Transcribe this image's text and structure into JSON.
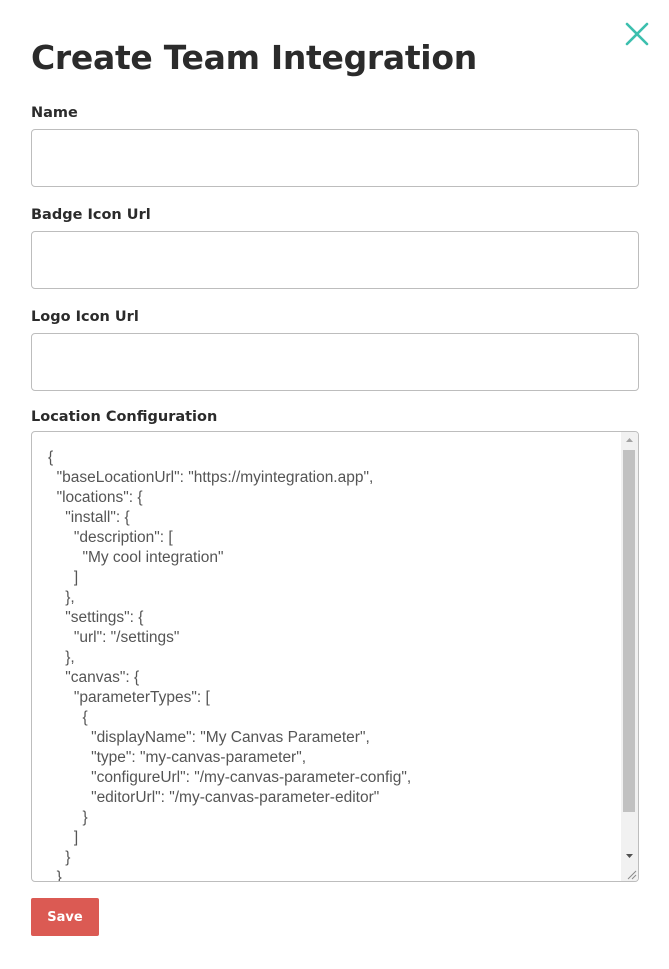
{
  "dialog": {
    "title": "Create Team Integration",
    "close_icon": "close-icon"
  },
  "fields": {
    "name": {
      "label": "Name",
      "value": ""
    },
    "badge_icon_url": {
      "label": "Badge Icon Url",
      "value": ""
    },
    "logo_icon_url": {
      "label": "Logo Icon Url",
      "value": ""
    },
    "location_configuration": {
      "label": "Location Configuration",
      "value": "{\n  \"baseLocationUrl\": \"https://myintegration.app\",\n  \"locations\": {\n    \"install\": {\n      \"description\": [\n        \"My cool integration\"\n      ]\n    },\n    \"settings\": {\n      \"url\": \"/settings\"\n    },\n    \"canvas\": {\n      \"parameterTypes\": [\n        {\n          \"displayName\": \"My Canvas Parameter\",\n          \"type\": \"my-canvas-parameter\",\n          \"configureUrl\": \"/my-canvas-parameter-config\",\n          \"editorUrl\": \"/my-canvas-parameter-editor\"\n        }\n      ]\n    }\n  }\n}"
    }
  },
  "actions": {
    "save_label": "Save"
  },
  "colors": {
    "accent": "#3cbfae",
    "save_button": "#db5a53",
    "text": "#2b2b2b",
    "border": "#bdbdbd"
  }
}
